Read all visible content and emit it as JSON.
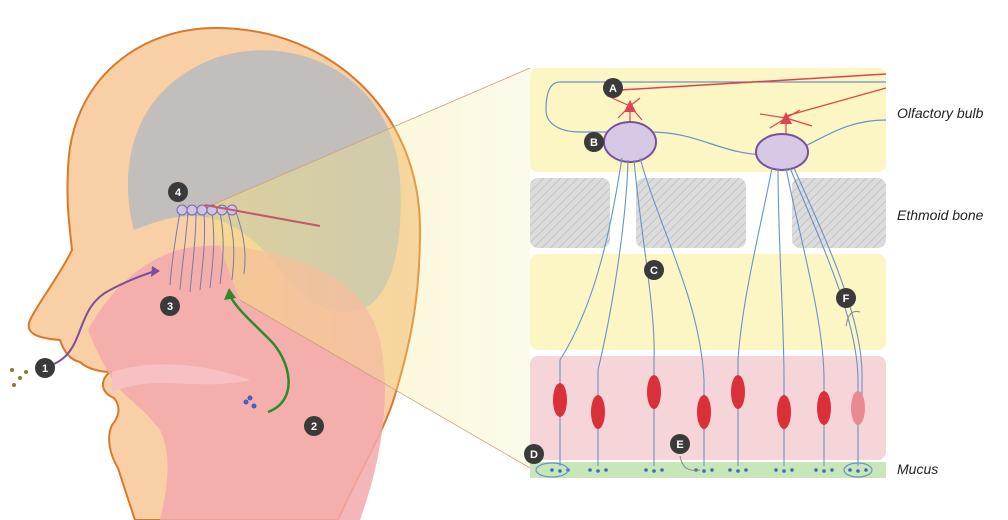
{
  "labels": {
    "olfactory_bulb": "Olfactory bulb",
    "ethmoid_bone": "Ethmoid bone",
    "mucus": "Mucus"
  },
  "markers": {
    "step1": "1",
    "step2": "2",
    "step3": "3",
    "step4": "4",
    "a": "A",
    "b": "B",
    "c": "C",
    "d": "D",
    "e": "E",
    "f": "F"
  },
  "colors": {
    "head_skin": "#f9cfa6",
    "head_outline": "#d9792a",
    "brain": "#bdbdbd",
    "nasal_cavity": "#f3a9ad",
    "bulb_layer": "#fbf6c4",
    "ethmoid": "#d6d6d6",
    "epithelium": "#f6d5d9",
    "mucus": "#c7e6b9",
    "neuron_line": "#6a93c9",
    "mitral_cell": "#e0434f",
    "receptor_body": "#d9303a",
    "glomerulus": "#a98bc4",
    "orthonasal_arrow": "#7a4f9c",
    "retronasal_arrow": "#2c8a2a",
    "marker_fill": "#3a3a3a"
  }
}
